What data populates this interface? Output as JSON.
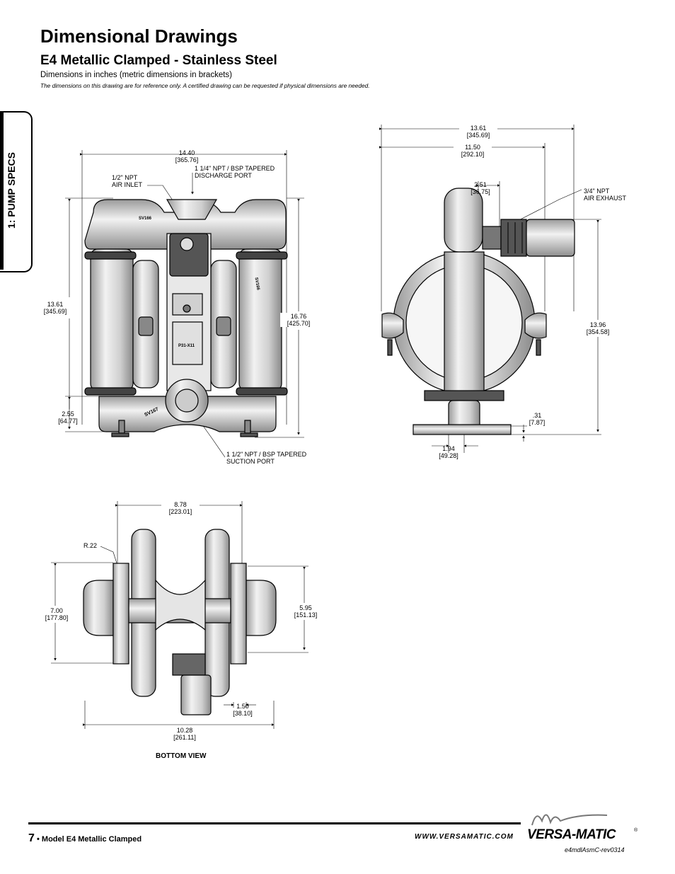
{
  "header": {
    "title": "Dimensional Drawings",
    "subtitle": "E4 Metallic Clamped - Stainless Steel",
    "note_units": "Dimensions in inches (metric dimensions in brackets)",
    "note_reference": "The dimensions on this drawing are for reference only.  A certified drawing can be requested if physical dimensions are needed."
  },
  "side_tab": {
    "label": "1: PUMP SPECS"
  },
  "front_view": {
    "width": "14.40",
    "width_mm": "[365.76]",
    "height": "13.61",
    "height_mm": "[345.69]",
    "overall_height": "16.76",
    "overall_height_mm": "[425.70]",
    "base": "2.55",
    "base_mm": "[64.77]",
    "air_inlet": [
      "1/2\" NPT",
      "AIR INLET"
    ],
    "discharge": [
      "1 1/4\" NPT / BSP TAPERED",
      "DISCHARGE PORT"
    ],
    "suction": [
      "1 1/2\" NPT / BSP TAPERED",
      "SUCTION PORT"
    ],
    "stamps": [
      "SV166",
      "SV166",
      "SV167",
      "P31-X11"
    ]
  },
  "side_view": {
    "overall": "13.61",
    "overall_mm": "[345.69]",
    "width": "11.50",
    "width_mm": "[292.10]",
    "exhaust_offset": "2.51",
    "exhaust_offset_mm": "[36.75]",
    "exhaust": [
      "3/4\" NPT",
      "AIR EXHAUST"
    ],
    "height": "13.96",
    "height_mm": "[354.58]",
    "foot": ".31",
    "foot_mm": "[7.87]",
    "offset": "1.94",
    "offset_mm": "[49.28]"
  },
  "bottom_view": {
    "width": "8.78",
    "width_mm": "[223.01]",
    "radius": "R.22",
    "depth": "7.00",
    "depth_mm": "[177.80]",
    "inner": "5.95",
    "inner_mm": "[151.13]",
    "edge": "1.50",
    "edge_mm": "[38.10]",
    "overall": "10.28",
    "overall_mm": "[261.11]",
    "caption": "BOTTOM VIEW"
  },
  "footer": {
    "page_number": "7",
    "model": "• Model E4 Metallic Clamped",
    "website": "WWW.VERSAMATIC.COM",
    "brand": "VERSA-MATIC",
    "registered": "®",
    "doc_id": "e4mdlAsmC-rev0314"
  }
}
